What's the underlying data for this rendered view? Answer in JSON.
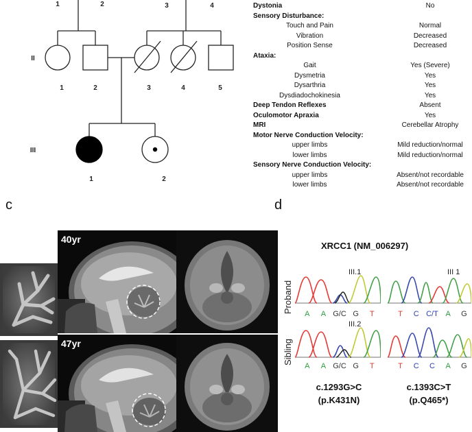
{
  "pedigree": {
    "gen1_ids": [
      "1",
      "2",
      "3",
      "4"
    ],
    "gen_labels": [
      "II",
      "III"
    ],
    "gen2_ids": [
      "1",
      "2",
      "3",
      "4",
      "5"
    ],
    "gen3_ids": [
      "1",
      "2"
    ]
  },
  "clinical": [
    {
      "label": "Dystonia",
      "value": "No",
      "style": "bold"
    },
    {
      "label": "Sensory Disturbance:",
      "value": "",
      "style": "bold"
    },
    {
      "label": "Touch and Pain",
      "value": "Normal",
      "style": "sub"
    },
    {
      "label": "Vibration",
      "value": "Decreased",
      "style": "sub"
    },
    {
      "label": "Position Sense",
      "value": "Decreased",
      "style": "sub"
    },
    {
      "label": "Ataxia:",
      "value": "",
      "style": "bold"
    },
    {
      "label": "Gait",
      "value": "Yes (Severe)",
      "style": "sub"
    },
    {
      "label": "Dysmetria",
      "value": "Yes",
      "style": "sub"
    },
    {
      "label": "Dysarthria",
      "value": "Yes",
      "style": "sub"
    },
    {
      "label": "Dysdiadochokinesia",
      "value": "Yes",
      "style": "sub"
    },
    {
      "label": "Deep Tendon Reflexes",
      "value": "Absent",
      "style": "bold"
    },
    {
      "label": "Oculomotor Apraxia",
      "value": "Yes",
      "style": "bold"
    },
    {
      "label": "MRI",
      "value": "Cerebellar Atrophy",
      "style": "bold"
    },
    {
      "label": "Motor Nerve Conduction Velocity:",
      "value": "",
      "style": "bold"
    },
    {
      "label": "upper limbs",
      "value": "Mild reduction/normal",
      "style": "sub"
    },
    {
      "label": "lower limbs",
      "value": "Mild reduction/normal",
      "style": "sub"
    },
    {
      "label": "Sensory Nerve Conduction Velocity:",
      "value": "",
      "style": "bold"
    },
    {
      "label": "upper limbs",
      "value": "Absent/not recordable",
      "style": "sub"
    },
    {
      "label": "lower limbs",
      "value": "Absent/not recordable",
      "style": "sub"
    }
  ],
  "panel_c": {
    "letter": "c",
    "ages": [
      "40yr",
      "47yr"
    ]
  },
  "panel_d": {
    "letter": "d",
    "gene": "XRCC1 (NM_006297)",
    "row_labels": [
      "Proband",
      "Sibling"
    ],
    "trace_ids": {
      "left_top": "III.1",
      "right_top": "III 1",
      "left_bottom": "III.2"
    },
    "bases_left": [
      "A",
      "A",
      "G/C",
      "G",
      "T"
    ],
    "bases_right": [
      "T",
      "C",
      "C/T",
      "A",
      "G"
    ],
    "bases_right_sib": [
      "T",
      "C",
      "C",
      "A",
      "G"
    ],
    "variant_left": [
      "c.1293G>C",
      "(p.K431N)"
    ],
    "variant_right": [
      "c.1393C>T",
      "(p.Q465*)"
    ],
    "base_colors": {
      "A": "#2e9e3e",
      "C": "#2a3fb0",
      "G": "#333333",
      "T": "#d63a2e"
    }
  }
}
